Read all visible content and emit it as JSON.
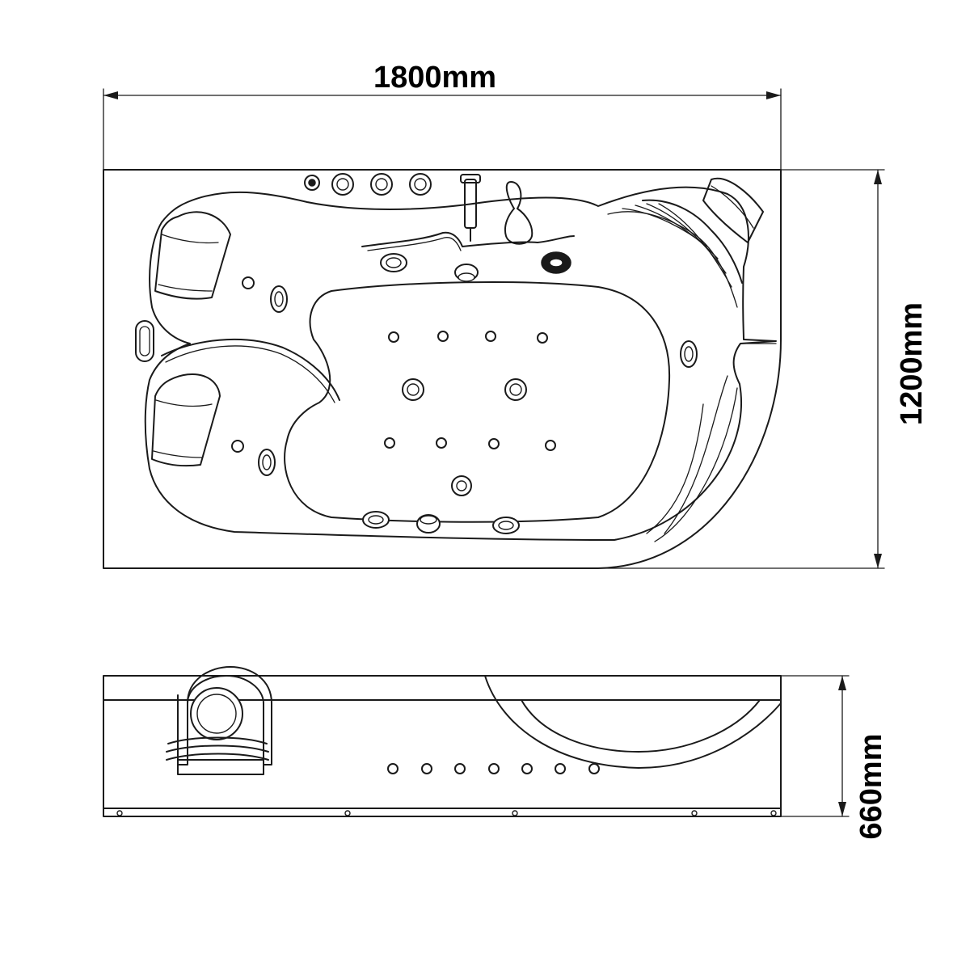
{
  "dimensions": {
    "length": "1800mm",
    "width": "1200mm",
    "height": "660mm"
  },
  "colors": {
    "line": "#1a1a1a",
    "background": "#ffffff"
  },
  "icons": {
    "top_view": "bathtub-top-view",
    "side_view": "bathtub-side-view"
  }
}
